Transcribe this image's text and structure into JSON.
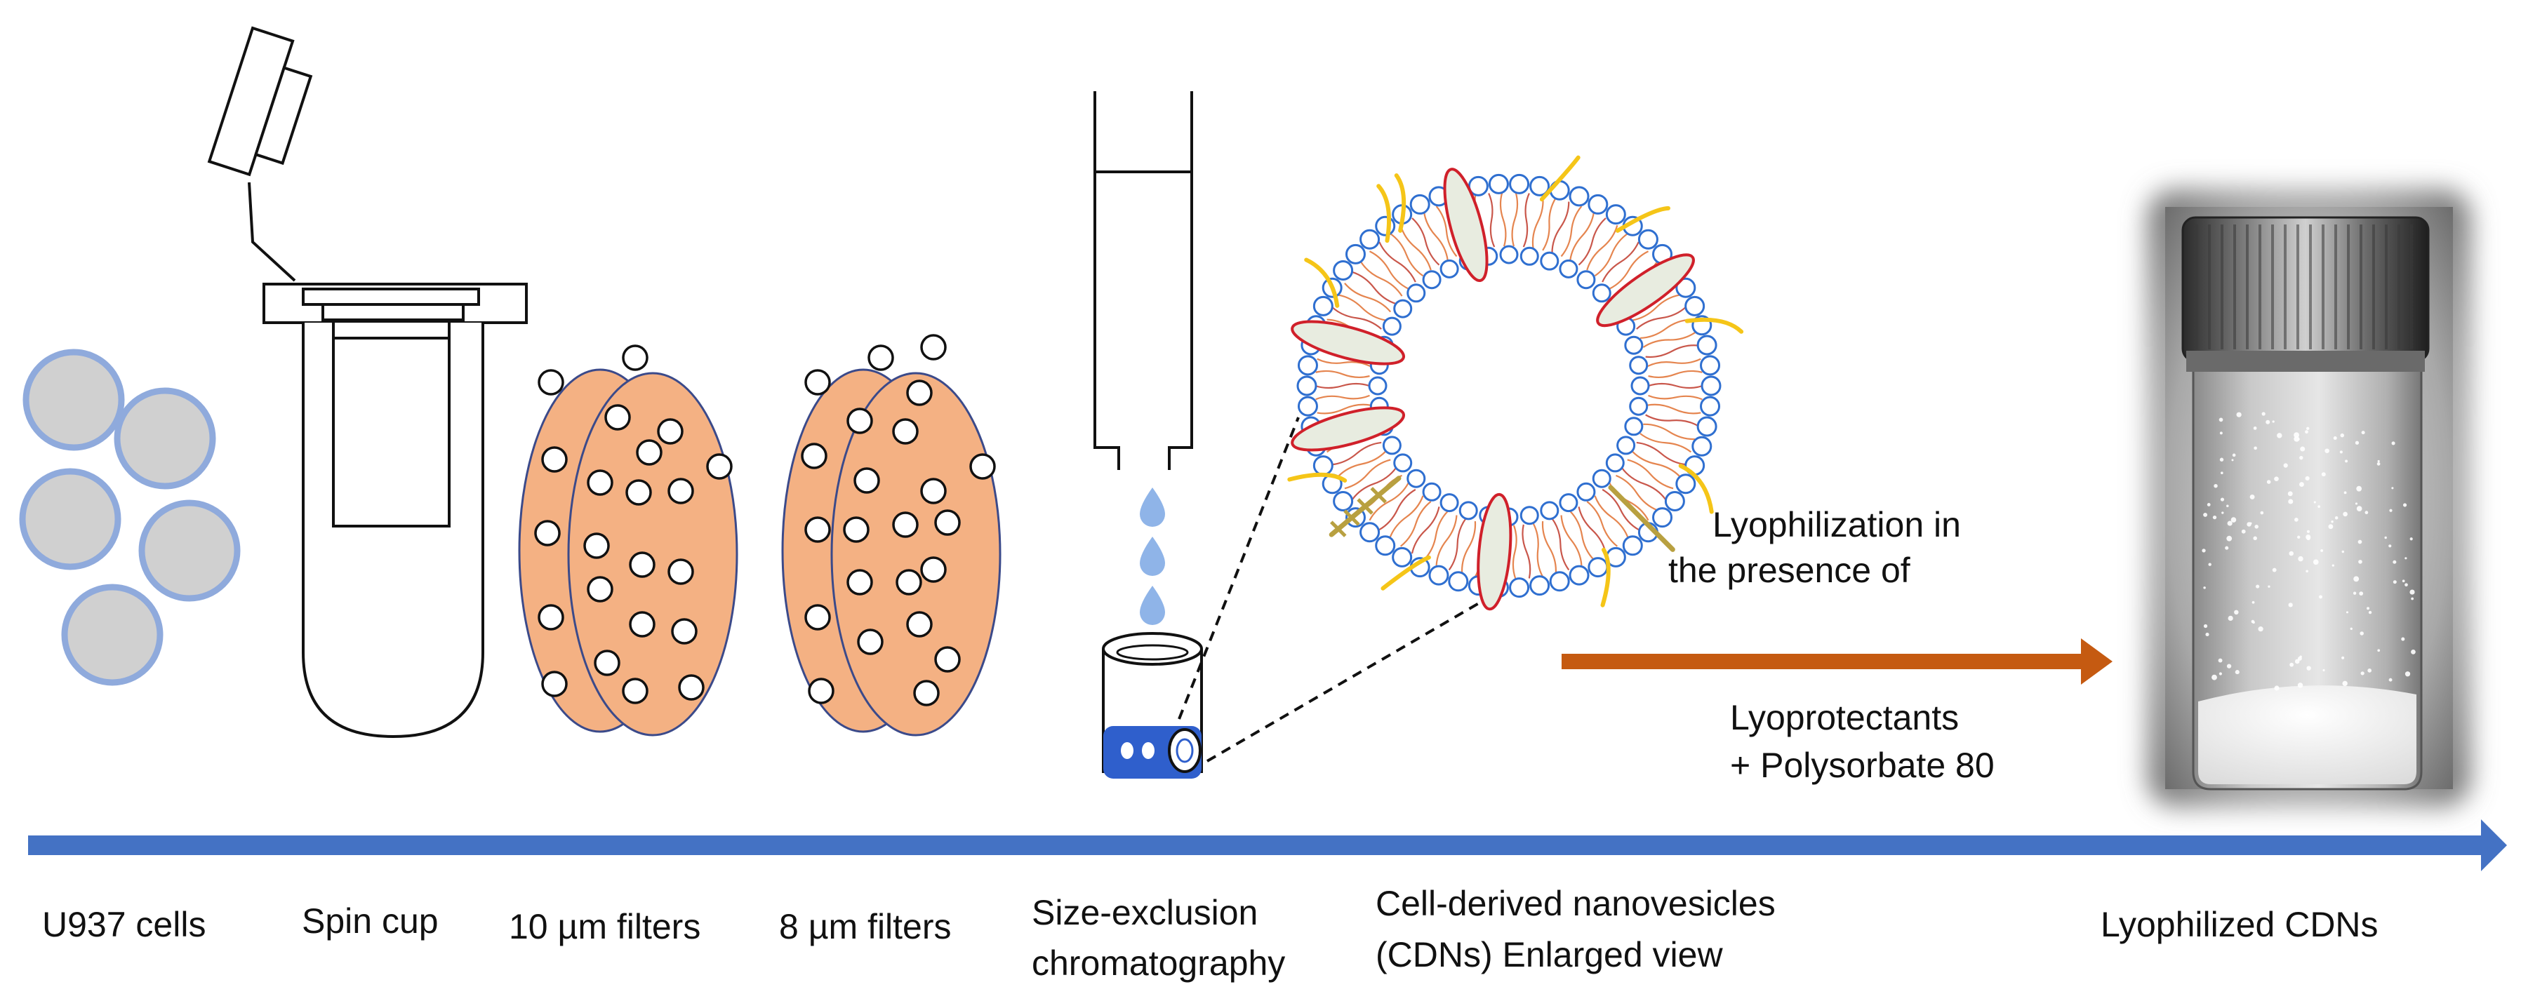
{
  "stages": [
    {
      "id": "u937",
      "label": "U937 cells"
    },
    {
      "id": "spin",
      "label": "Spin cup"
    },
    {
      "id": "f10",
      "label": "10 µm filters"
    },
    {
      "id": "f8",
      "label": "8 µm filters"
    },
    {
      "id": "sec",
      "label_line1": "Size-exclusion",
      "label_line2": "chromatography"
    },
    {
      "id": "cdn",
      "label_line1": "Cell-derived nanovesicles",
      "label_line2": "(CDNs) Enlarged view"
    },
    {
      "id": "lyo",
      "label": "Lyophilized CDNs"
    }
  ],
  "process": {
    "line1": "Lyophilization in",
    "line2": "the presence of",
    "line3": "Lyoprotectants",
    "line4": "+ Polysorbate 80"
  },
  "colors": {
    "timeline_arrow": "#4472c4",
    "process_arrow": "#c55a11",
    "cell_fill": "#d0d0d0",
    "cell_ring": "#8faadc",
    "filter_fill": "#f4b183",
    "filter_stroke": "#3b4a8a",
    "lipid_head": "#2f6fd0",
    "tail_orange": "#e07030",
    "tail_red": "#c0392b",
    "protein_red": "#d0202a",
    "protein_fill": "#e8ece0",
    "yellow": "#f5c518",
    "olive": "#b8a040",
    "drop_blue": "#8fb4e8",
    "column_blue": "#2f5fcc"
  }
}
